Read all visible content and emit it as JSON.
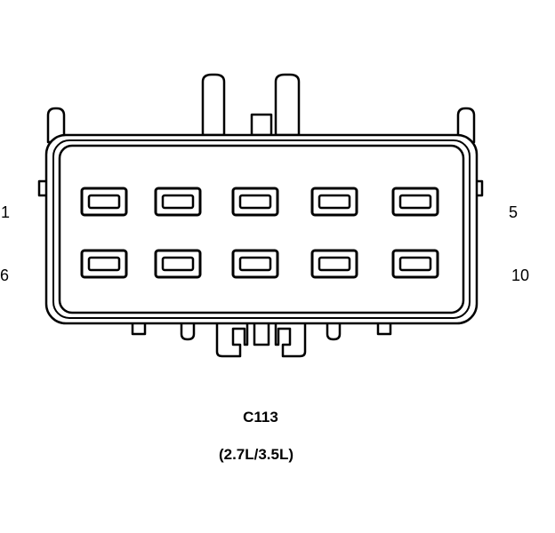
{
  "connector": {
    "id": "C113",
    "variant": "(2.7L/3.5L)"
  },
  "pin_labels": {
    "top_left": "1",
    "top_right": "5",
    "bottom_left": "6",
    "bottom_right": "10"
  },
  "pin_rows": 2,
  "pins_per_row": 5,
  "colors": {
    "line": "#000000",
    "background": "#ffffff"
  }
}
